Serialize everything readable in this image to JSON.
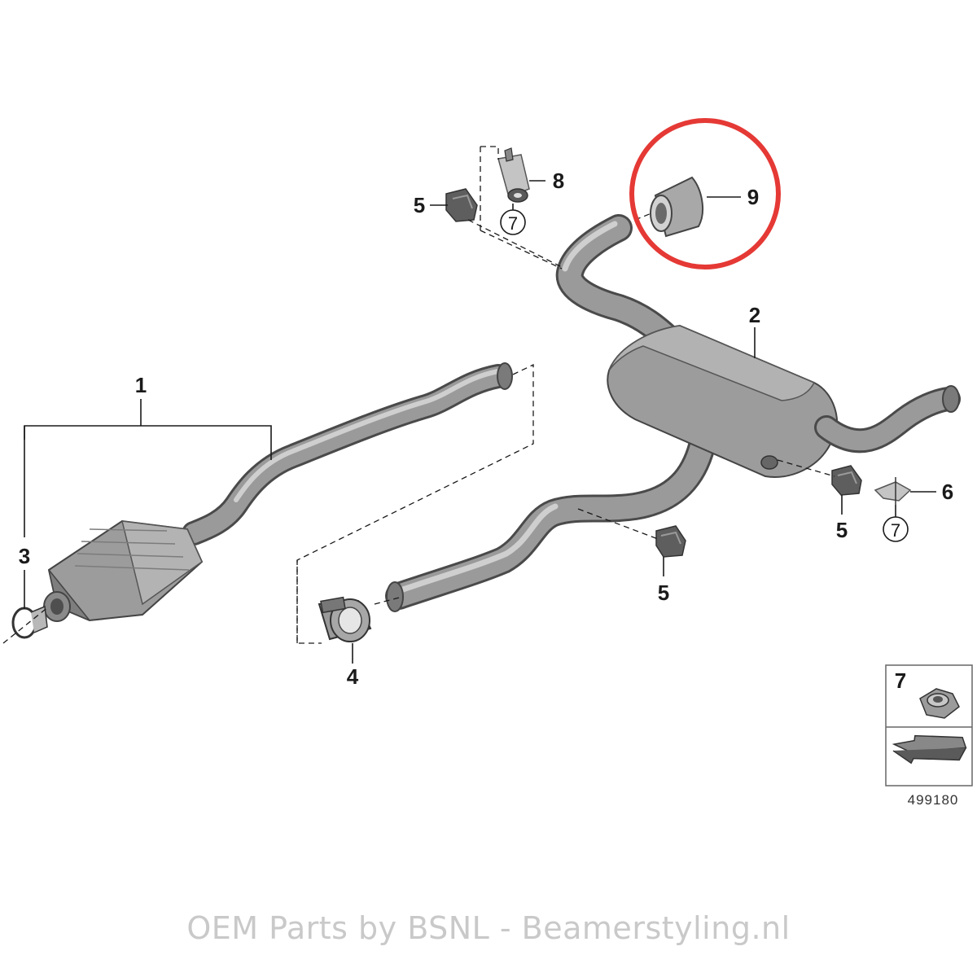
{
  "diagram": {
    "callouts": [
      {
        "id": "c1",
        "label": "1"
      },
      {
        "id": "c2",
        "label": "2"
      },
      {
        "id": "c3",
        "label": "3"
      },
      {
        "id": "c4",
        "label": "4"
      },
      {
        "id": "c5a",
        "label": "5"
      },
      {
        "id": "c5b",
        "label": "5"
      },
      {
        "id": "c5c",
        "label": "5"
      },
      {
        "id": "c6",
        "label": "6"
      },
      {
        "id": "c7a",
        "label": "7"
      },
      {
        "id": "c7b",
        "label": "7"
      },
      {
        "id": "c8",
        "label": "8"
      },
      {
        "id": "c9",
        "label": "9"
      }
    ],
    "highlight_color": "#e53935",
    "legend": {
      "label": "7"
    },
    "diagram_number": "499180"
  },
  "footer": {
    "text": "OEM Parts by BSNL - Beamerstyling.nl"
  }
}
